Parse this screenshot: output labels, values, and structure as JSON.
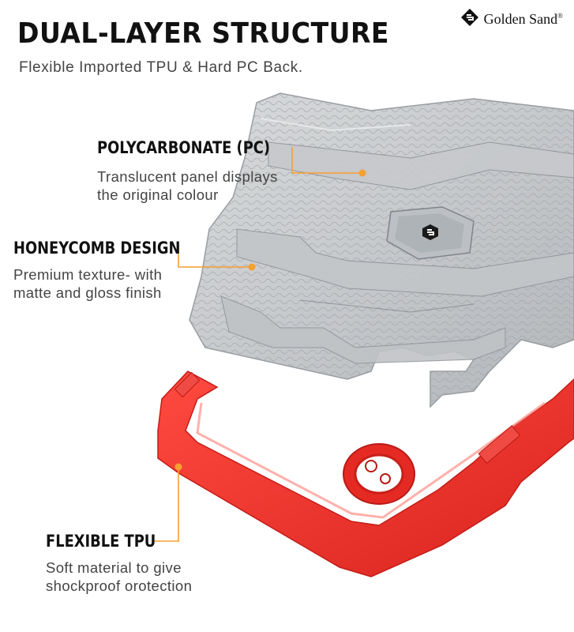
{
  "header": {
    "title": "DUAL-LAYER STRUCTURE",
    "subtitle": "Flexible Imported TPU & Hard PC Back."
  },
  "brand": {
    "name": "Golden Sand",
    "mark": "®"
  },
  "features": [
    {
      "heading": "POLYCARBONATE (PC)",
      "line1": "Translucent panel displays",
      "line2": "the original colour"
    },
    {
      "heading": "HONEYCOMB DESIGN",
      "line1": "Premium texture- with",
      "line2": "matte and gloss finish"
    },
    {
      "heading": "FLEXIBLE TPU",
      "line1": "Soft material to give",
      "line2": "shockproof orotection"
    }
  ],
  "colors": {
    "accent": "#f5a033",
    "tpu_red": "#f2312c",
    "pc_grey": "#b9bcbf"
  },
  "icons": {
    "brand_logo": "golden-sand-logo-icon",
    "case_logo": "gs-logo-icon"
  }
}
